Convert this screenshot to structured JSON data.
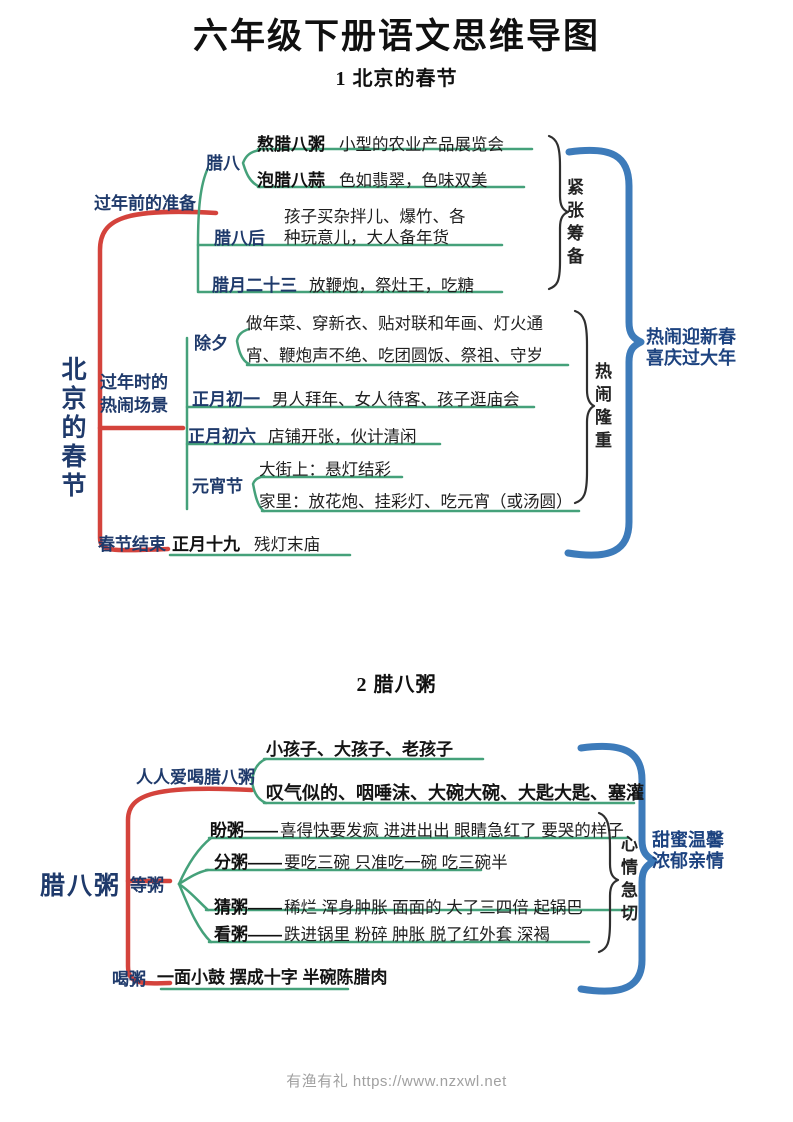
{
  "page": {
    "title": "六年级下册语文思维导图",
    "footer": "有渔有礼 https://www.nzxwl.net"
  },
  "colors": {
    "branch_red": "#d4433c",
    "branch_green": "#45a17a",
    "bracket_black": "#2f2f2f",
    "bracket_blue": "#3d7bba",
    "keyword_navy": "#1f3a6b",
    "summary_blue": "#1d4380"
  },
  "map1": {
    "subtitle": "1 北京的春节",
    "root": "北京的春节",
    "branch1": {
      "label": "过年前的准备",
      "laba": {
        "label": "腊八",
        "leaf1": {
          "kw": "熬腊八粥",
          "text": "小型的农业产品展览会"
        },
        "leaf2": {
          "kw": "泡腊八蒜",
          "text": "色如翡翠，色味双美"
        }
      },
      "labahou": {
        "label": "腊八后",
        "line1": "孩子买杂拌儿、爆竹、各",
        "line2": "种玩意儿，大人备年货"
      },
      "layue23": {
        "label": "腊月二十三",
        "text": "放鞭炮，祭灶王，吃糖"
      },
      "annotation": "紧张筹备"
    },
    "branch2": {
      "label_line1": "过年时的",
      "label_line2": "热闹场景",
      "chuxi": {
        "label": "除夕",
        "line1": "做年菜、穿新衣、贴对联和年画、灯火通",
        "line2": "宵、鞭炮声不绝、吃团圆饭、祭祖、守岁"
      },
      "chuyi": {
        "label": "正月初一",
        "text": "男人拜年、女人待客、孩子逛庙会"
      },
      "chuliu": {
        "label": "正月初六",
        "text": "店铺开张，伙计清闲"
      },
      "yuanxiao": {
        "label": "元宵节",
        "leaf1": "大街上：悬灯结彩",
        "leaf2": "家里：放花炮、挂彩灯、吃元宵（或汤圆）"
      },
      "annotation": "热闹隆重"
    },
    "branch3": {
      "label": "春节结束",
      "kw": "正月十九",
      "text": "残灯末庙"
    },
    "summary_line1": "热闹迎新春",
    "summary_line2": "喜庆过大年"
  },
  "map2": {
    "subtitle": "2 腊八粥",
    "root": "腊八粥",
    "branch1": {
      "label": "人人爱喝腊八粥",
      "leaf1": "小孩子、大孩子、老孩子",
      "leaf2": "叹气似的、咽唾沫、大碗大碗、大匙大匙、塞灌"
    },
    "branch2": {
      "label": "等粥",
      "leaf1": {
        "kw": "盼粥——",
        "text": "喜得快要发疯 进进出出 眼睛急红了 要哭的样子"
      },
      "leaf2": {
        "kw": "分粥——",
        "text": "要吃三碗 只准吃一碗 吃三碗半"
      },
      "leaf3": {
        "kw": "猜粥——",
        "text": "稀烂 浑身肿胀 面面的 大了三四倍 起锅巴"
      },
      "leaf4": {
        "kw": "看粥——",
        "text": "跌进锅里 粉碎 肿胀 脱了红外套 深褐"
      },
      "annotation": "心情急切"
    },
    "branch3": {
      "label": "喝粥",
      "text": "一面小鼓 摆成十字 半碗陈腊肉"
    },
    "summary_line1": "甜蜜温馨",
    "summary_line2": "浓郁亲情"
  }
}
